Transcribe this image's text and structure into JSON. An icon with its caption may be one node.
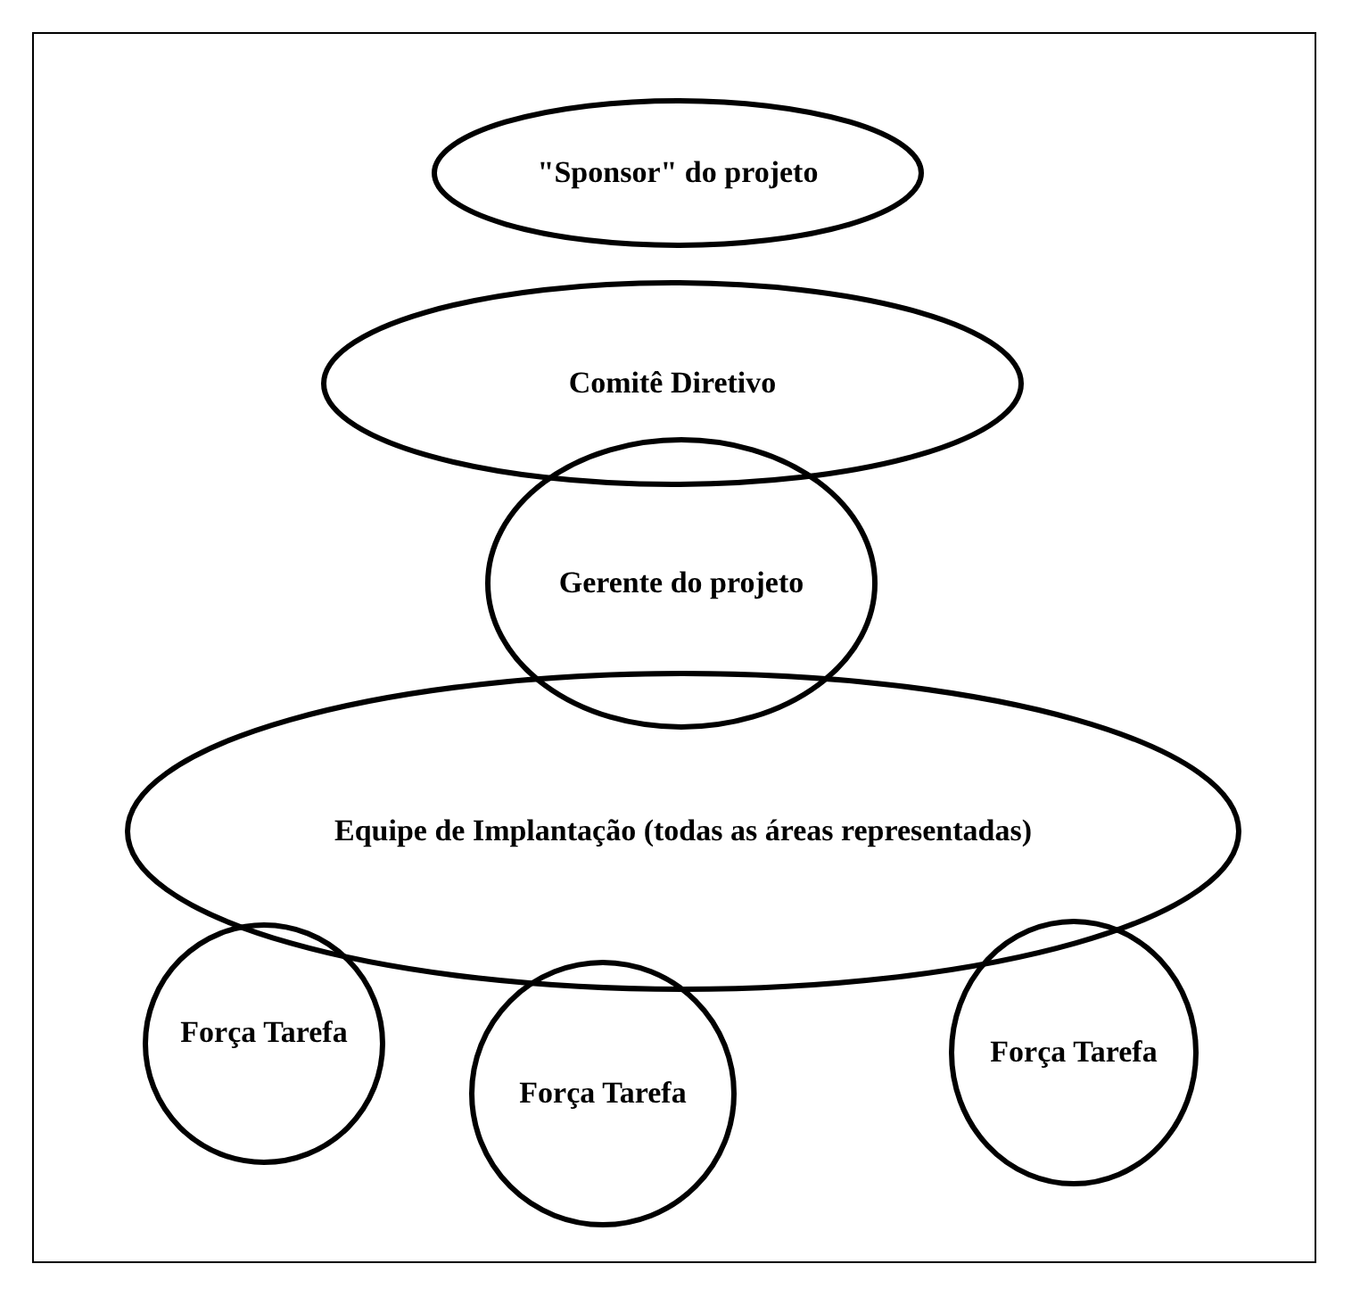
{
  "diagram": {
    "nodes": [
      {
        "text": [
          "\"Sponsor\" do projeto"
        ]
      },
      {
        "text": [
          "Comitê Diretivo"
        ]
      },
      {
        "text": [
          "Gerente do projeto"
        ]
      },
      {
        "text": [
          "Equipe de Implantação (todas as áreas representadas)"
        ]
      },
      {
        "text": [
          "Força Tarefa"
        ]
      },
      {
        "text": [
          "Força Tarefa"
        ]
      },
      {
        "text": [
          "Força Tarefa"
        ]
      }
    ]
  }
}
